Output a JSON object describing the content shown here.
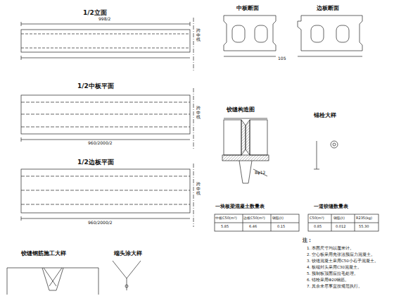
{
  "diagram": {
    "labels": [
      "1/2立面",
      "1/2中板平面",
      "1/2边板平面",
      "中板断面",
      "边板断面",
      "铰缝构造图",
      "锚栓大样",
      "一块板梁混凝土数量表",
      "一道铰缝数量表",
      "铰缝钢筋施工大样",
      "端头涂大样",
      "注：",
      "998/2",
      "960/2000/2",
      "960/2000/2",
      "跨中线",
      "跨中线",
      "跨中线",
      "中板C50(m³)",
      "边板C50(m³)",
      "钢筋(t)",
      "5.85",
      "6.46",
      "0.15",
      "C50(m³)",
      "钢筋(t)",
      "R235(kg)",
      "0.85",
      "0.012",
      "55.30",
      "1. 本图尺寸均以厘米计。",
      "2. 空心板采用先张法预应力混凝土。",
      "3. 铰缝混凝土采用C50小石子混凝土。",
      "4. 板端封头采用C30混凝土。",
      "5. 预制板顶面应拉毛处理。",
      "6. 锚栓采用Φ20钢筋。",
      "7. 其余未尽事宜按规范执行。",
      "8φ12",
      "105"
    ]
  }
}
